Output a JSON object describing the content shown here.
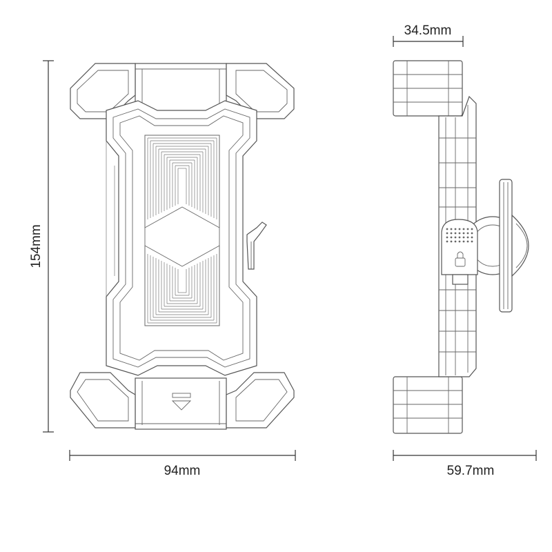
{
  "dimensions": {
    "height": "154mm",
    "width": "94mm",
    "clamp_depth": "34.5mm",
    "depth": "59.7mm"
  },
  "colors": {
    "line": "#555555",
    "dimension_line": "#333333",
    "text": "#222222",
    "background": "#ffffff"
  }
}
